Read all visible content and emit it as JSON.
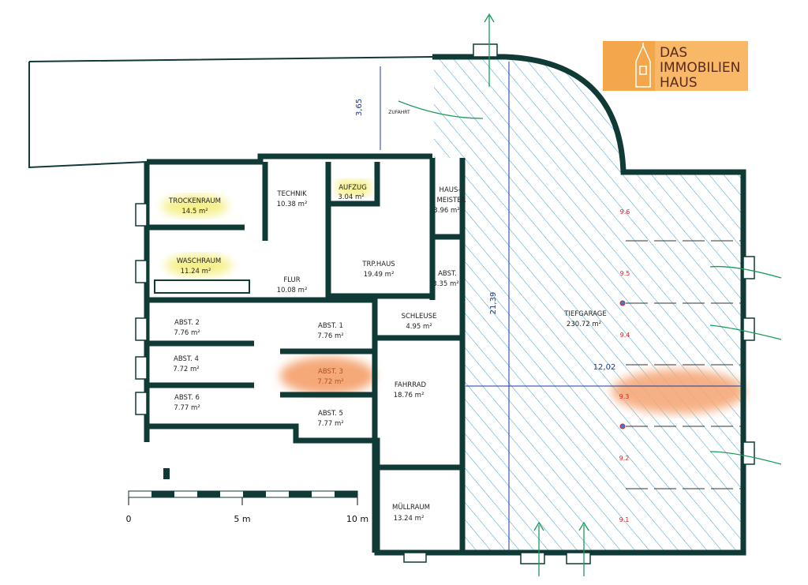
{
  "logo": {
    "lines": [
      "DAS",
      "IMMOBILIEN",
      "HAUS"
    ],
    "color": "#f4a64a"
  },
  "rooms": {
    "trockenraum": {
      "name": "TROCKENRAUM",
      "area": "14.5 m²"
    },
    "waschraum": {
      "name": "WASCHRAUM",
      "area": "11.24 m²"
    },
    "technik": {
      "name": "TECHNIK",
      "area": "10.38 m²"
    },
    "aufzug": {
      "name": "AUFZUG",
      "area": "3.04 m²"
    },
    "hausmeister": {
      "name1": "HAUS-",
      "name2": "MEISTER",
      "area": "3.96 m²"
    },
    "trphaus": {
      "name": "TRP.HAUS",
      "area": "19.49 m²"
    },
    "flur": {
      "name": "FLUR",
      "area": "10.08 m²"
    },
    "abst_small": {
      "name": "ABST.",
      "area": "3.35 m²"
    },
    "abst2": {
      "name": "ABST. 2",
      "area": "7.76 m²"
    },
    "abst1": {
      "name": "ABST. 1",
      "area": "7.76 m²"
    },
    "schleuse": {
      "name": "SCHLEUSE",
      "area": "4.95 m²"
    },
    "abst4": {
      "name": "ABST. 4",
      "area": "7.72 m²"
    },
    "abst3": {
      "name": "ABST. 3",
      "area": "7.72 m²"
    },
    "fahrrad": {
      "name": "FAHRRAD",
      "area": "18.76 m²"
    },
    "abst6": {
      "name": "ABST. 6",
      "area": "7.77 m²"
    },
    "abst5": {
      "name": "ABST. 5",
      "area": "7.77 m²"
    },
    "muellraum": {
      "name": "MÜLLRAUM",
      "area": "13.24 m²"
    },
    "tiefgarage": {
      "name": "TIEFGARAGE",
      "area": "230.72 m²"
    }
  },
  "parking": [
    "9.6",
    "9.5",
    "9.4",
    "9.3",
    "9.2",
    "9.1"
  ],
  "dimensions": {
    "driveway_width": "3,65",
    "driveway_label": "ZUFAHRT",
    "garage_length": "21,39",
    "garage_width": "12,02"
  },
  "scale": {
    "start": "0",
    "mid": "5 m",
    "end": "10 m"
  },
  "colors": {
    "wall": "#0f3a36",
    "hatch": "#3aa0c8",
    "highlight_yellow": "#f6f08a",
    "highlight_orange": "#f5a878"
  }
}
